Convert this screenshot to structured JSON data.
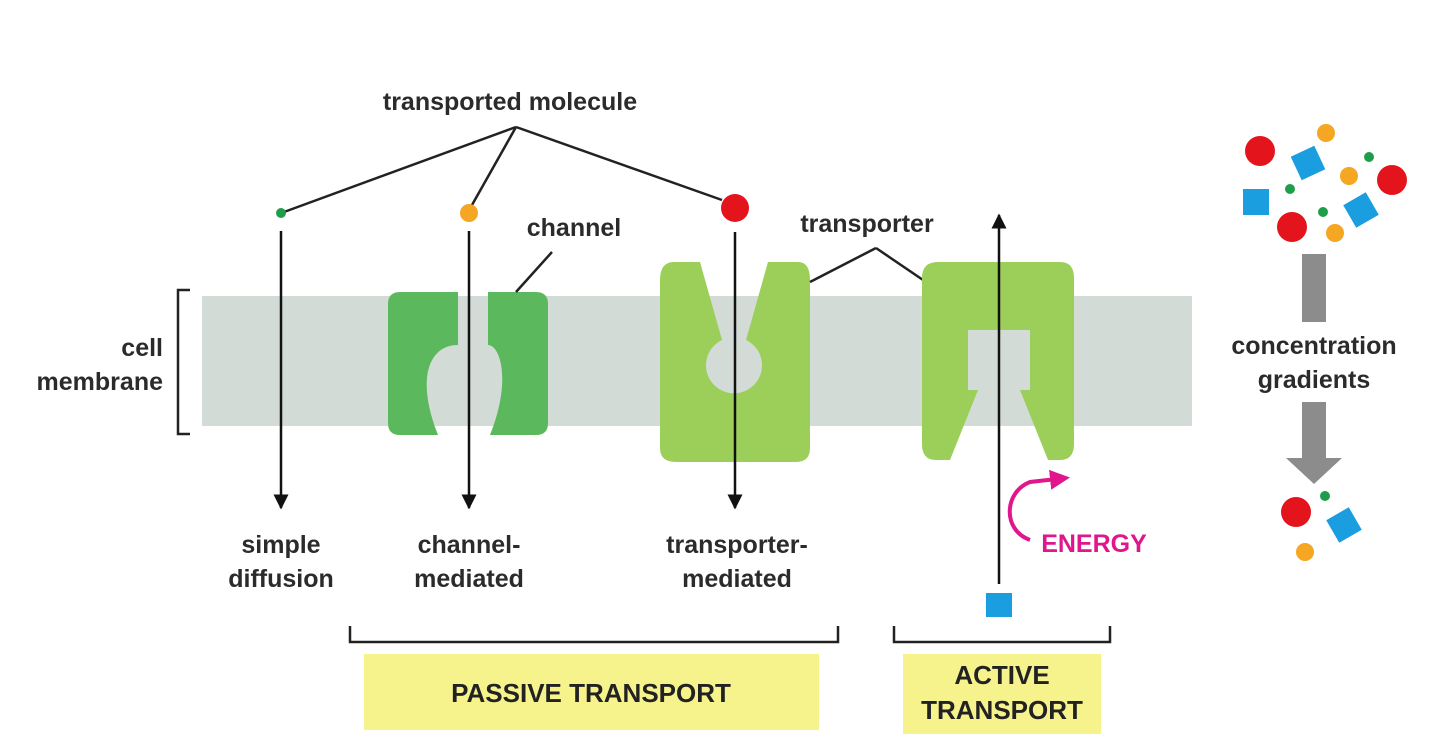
{
  "labels": {
    "transported_molecule": "transported molecule",
    "channel": "channel",
    "transporter": "transporter",
    "cell_membrane_line1": "cell",
    "cell_membrane_line2": "membrane",
    "simple_diffusion_line1": "simple",
    "simple_diffusion_line2": "diffusion",
    "channel_mediated_line1": "channel-",
    "channel_mediated_line2": "mediated",
    "transporter_mediated_line1": "transporter-",
    "transporter_mediated_line2": "mediated",
    "energy": "ENERGY",
    "passive_transport": "PASSIVE TRANSPORT",
    "active_transport_line1": "ACTIVE",
    "active_transport_line2": "TRANSPORT",
    "concentration_gradients_line1": "concentration",
    "concentration_gradients_line2": "gradients"
  },
  "colors": {
    "membrane": "#d3dbd7",
    "channel_protein": "#5cb85c",
    "transporter_protein": "#9ccf5a",
    "label_box": "#f7f38c",
    "energy": "#e0168c",
    "red_molecule": "#e4141c",
    "orange_molecule": "#f5a623",
    "green_molecule": "#1e9e4a",
    "blue_molecule": "#1a9ee0",
    "gradient_arrow": "#8c8c8c"
  },
  "icons": {
    "simple_diffusion_molecule": "small-green-dot-icon",
    "channel_molecule": "orange-dot-icon",
    "transporter_molecule": "red-dot-icon",
    "active_molecule": "blue-square-icon"
  }
}
